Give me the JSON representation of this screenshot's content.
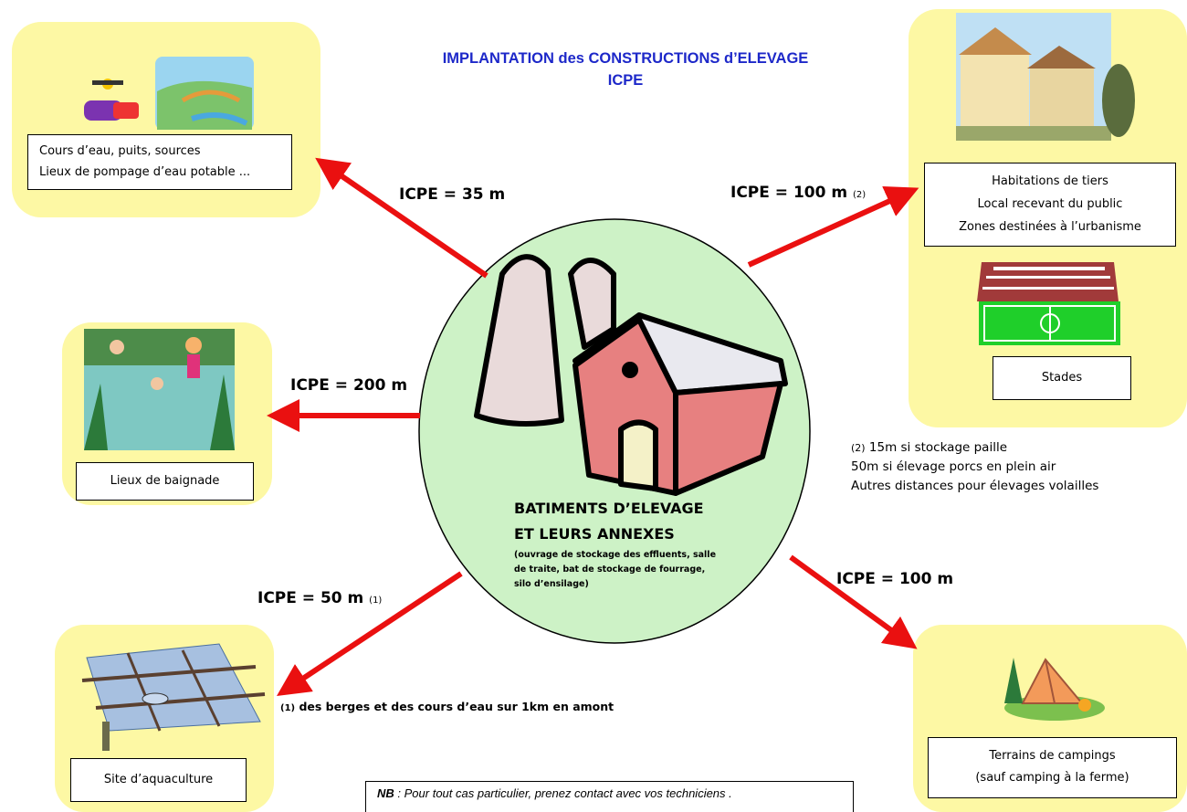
{
  "title": {
    "line1": "IMPLANTATION des CONSTRUCTIONS d’ELEVAGE",
    "line2": "ICPE"
  },
  "center": {
    "heading_line1": "BATIMENTS D’ELEVAGE",
    "heading_line2": "ET LEURS ANNEXES",
    "detail_line1": "(ouvrage de stockage des effluents, salle",
    "detail_line2": "de traite, bat de stockage de fourrage,",
    "detail_line3": "silo d’ensilage)"
  },
  "targets": {
    "water": {
      "line1": "Cours d’eau, puits, sources",
      "line2": "Lieux de pompage d’eau potable ..."
    },
    "housing": {
      "line1": "Habitations de tiers",
      "line2": "Local recevant du public",
      "line3": "Zones destinées à l’urbanisme"
    },
    "stadium": {
      "label": "Stades"
    },
    "bathing": {
      "label": "Lieux de baignade"
    },
    "aquaculture": {
      "label": "Site d’aquaculture"
    },
    "camping": {
      "line1": "Terrains de campings",
      "line2": "(sauf camping à la ferme)"
    }
  },
  "distances": {
    "water": "ICPE = 35 m",
    "housing": "ICPE = 100 m",
    "housing_ref": "(2)",
    "bathing": "ICPE = 200 m",
    "aquaculture": "ICPE = 50 m",
    "aquaculture_ref": "(1)",
    "camping": "ICPE = 100 m"
  },
  "notes": {
    "note2_ref": "(2)",
    "note2_line1": "15m si stockage paille",
    "note2_line2": "50m si élevage porcs en plein air",
    "note2_line3": "Autres distances pour élevages volailles",
    "note1_ref": "(1)",
    "note1_text": "des berges et des cours d’eau sur 1km en amont",
    "nb_label": "NB",
    "nb_text": ": Pour tout cas particulier, prenez contact avec vos techniciens      ."
  },
  "colors": {
    "panel_yellow": "#fdf8a4",
    "center_green": "#cdf2c6",
    "arrow_red": "#ea1010",
    "title_blue": "#1d28c9"
  }
}
